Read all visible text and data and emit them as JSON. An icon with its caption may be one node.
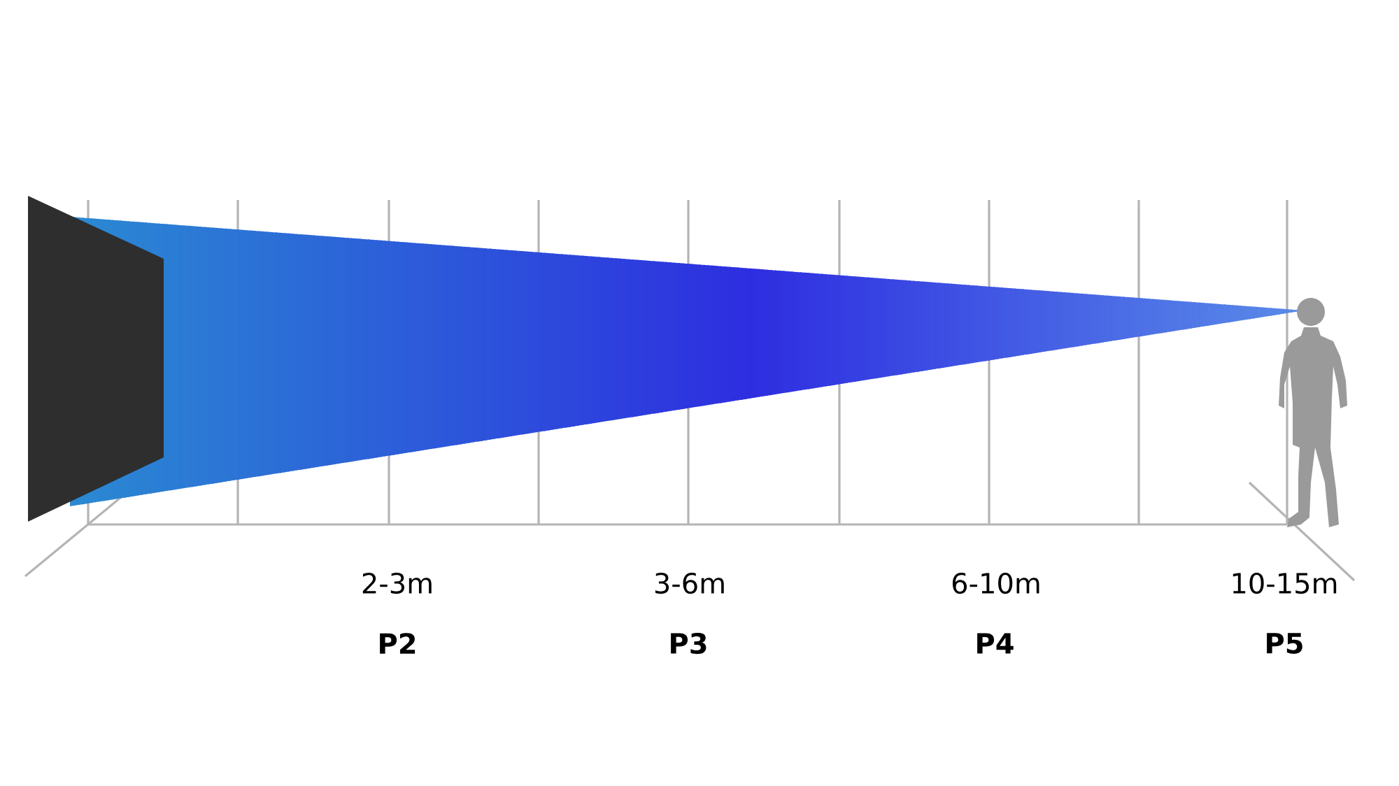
{
  "diagram": {
    "nodes": [
      {
        "text": [],
        "shape": "box"
      },
      {
        "text": [],
        "shape": "person"
      }
    ],
    "labels": [
      "2-3m",
      "3-6m",
      "6-10m",
      "10-15m",
      "P2",
      "P3",
      "P4",
      "P5"
    ]
  }
}
